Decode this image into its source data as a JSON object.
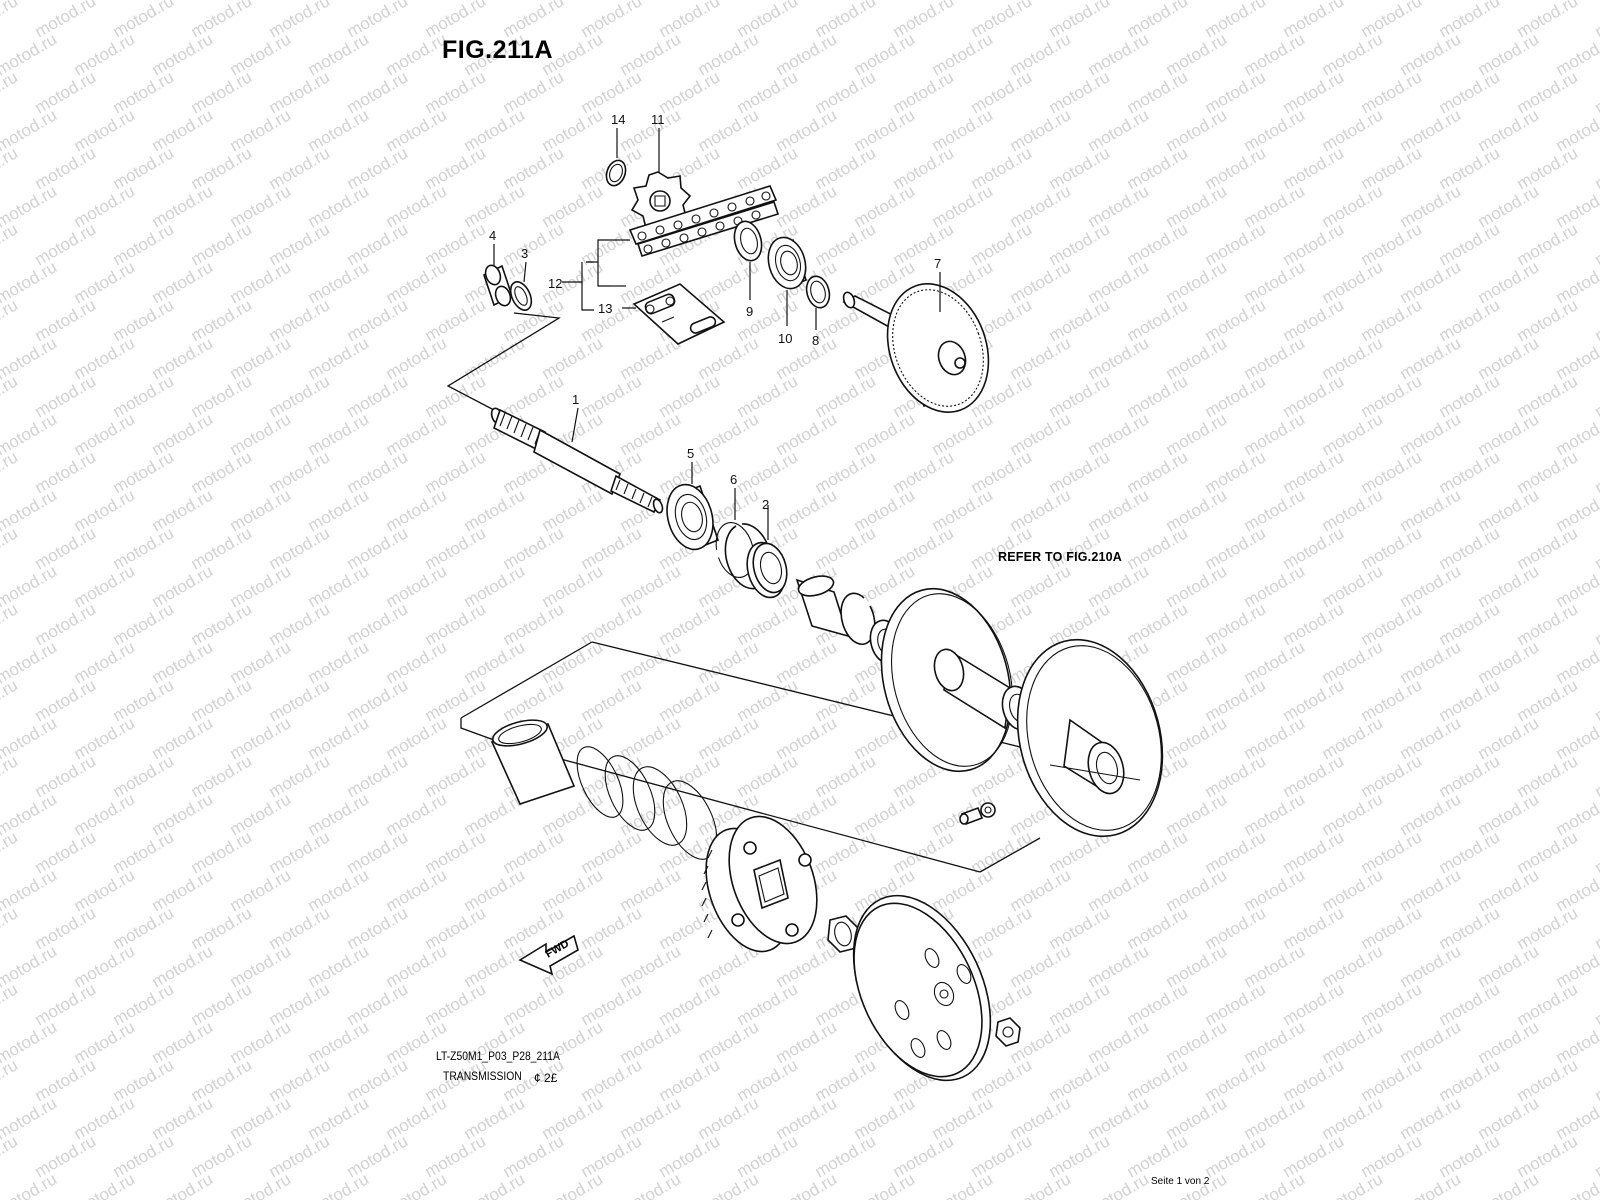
{
  "watermark": {
    "text": "motod.ru",
    "color": "#d2d2d2"
  },
  "figure": {
    "title": "FIG.211A",
    "reference_note": "REFER TO FIG.210A",
    "fwd_label": "FWD",
    "code": "LT-Z50M1_P03_P28_211A",
    "section": "TRANSMISSION",
    "section_mark": "¢ 2£",
    "page_label": "Seite 1 von 2"
  },
  "callouts": {
    "c1": "1",
    "c2": "2",
    "c3": "3",
    "c4": "4",
    "c5": "5",
    "c6": "6",
    "c7": "7",
    "c8": "8",
    "c9": "9",
    "c10": "10",
    "c11": "11",
    "c12": "12",
    "c13": "13",
    "c14": "14"
  }
}
